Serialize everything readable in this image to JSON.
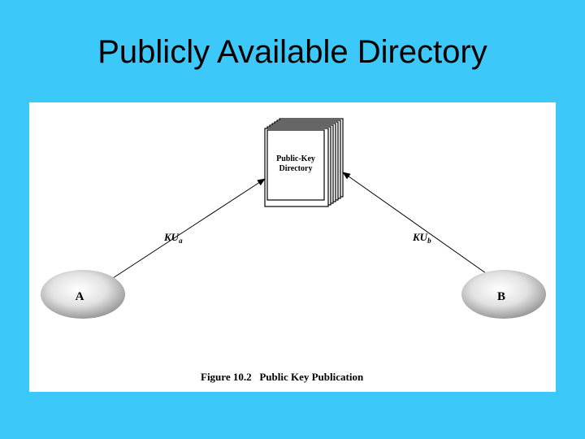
{
  "slide": {
    "title": "Publicly Available Directory"
  },
  "diagram": {
    "directory_label_line1": "Public-Key",
    "directory_label_line2": "Directory",
    "node_a_label": "A",
    "node_b_label": "B",
    "edge_a_label_main": "KU",
    "edge_a_label_sub": "a",
    "edge_b_label_main": "KU",
    "edge_b_label_sub": "b",
    "caption": "Figure 10.2   Public Key Publication"
  }
}
